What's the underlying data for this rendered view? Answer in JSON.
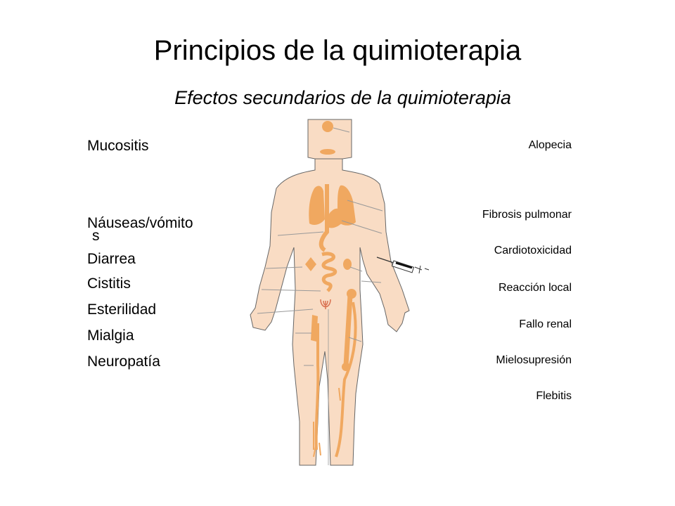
{
  "title": "Principios de la quimioterapia",
  "subtitle": "Efectos secundarios de la quimioterapia",
  "left_labels": {
    "mucositis": "Mucositis",
    "nauseas_line1": "Náuseas/vómito",
    "nauseas_line2": "s",
    "diarrea": "Diarrea",
    "cistitis": "Cistitis",
    "esterilidad": "Esterilidad",
    "mialgia": "Mialgia",
    "neuropatia": "Neuropatía"
  },
  "right_labels": {
    "alopecia": "Alopecia",
    "fibrosis": "Fibrosis pulmonar",
    "cardiotoxicidad": "Cardiotoxicidad",
    "reaccion": "Reacción local",
    "fallo_renal": "Fallo renal",
    "mielosupresion": "Mielosupresión",
    "flebitis": "Flebitis"
  },
  "colors": {
    "skin": "#f9dcc4",
    "organ": "#f0a860",
    "outline": "#666666"
  }
}
